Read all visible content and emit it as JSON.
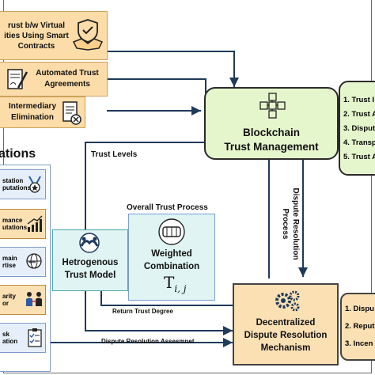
{
  "left_top": {
    "box1": "rust  b/w Virtual\nities Using Smart\nContracts",
    "box2": "Automated Trust\nAgreements",
    "box3": "Intermediary\nElimination"
  },
  "blockchain": {
    "title_line1": "Blockchain",
    "title_line2": "Trust Management"
  },
  "blockchain_list": [
    "1. Trust I",
    "2. Trust A",
    "3. Disput",
    "4. Transp",
    "5. Trust A"
  ],
  "left_section": {
    "title": "ations",
    "items": [
      "station\nputations",
      "mance\nutations",
      "main\nrtise",
      "arity\nor",
      "sk\nation"
    ]
  },
  "edges": {
    "trust_levels": "Trust Levels",
    "overall_trust_process": "Overall Trust Process",
    "dispute_resolution_process": "Dispute Resolution\nProcess",
    "return_trust_degree": "Return Trust Degree",
    "dispute_resolution_assessment": "Dispute Resolution Assesmnet"
  },
  "hetero": {
    "line1": "Hetrogenous",
    "line2": "Trust Model"
  },
  "weighted": {
    "line1": "Weighted",
    "line2": "Combination",
    "symbol": "T",
    "subscript": "i, j"
  },
  "dispute": {
    "line1": "Decentralized",
    "line2": "Dispute Resolution",
    "line3": "Mechanism"
  },
  "dispute_list": [
    "1. Dispu",
    "2. Reput",
    "3. Incen"
  ],
  "colors": {
    "orange": "#fcdca8",
    "green": "#e6f6cc",
    "teal": "#dff4f3",
    "blue": "#e6eff9",
    "line": "#1f3a5a"
  },
  "icons": [
    "handshake-shield-icon",
    "contract-pen-icon",
    "document-x-icon",
    "blockchain-cubes-icon",
    "joined-hands-icon",
    "fist-circle-icon",
    "gears-icon",
    "medal-icon",
    "chart-up-icon",
    "globe-icon",
    "people-icon",
    "checklist-icon"
  ]
}
